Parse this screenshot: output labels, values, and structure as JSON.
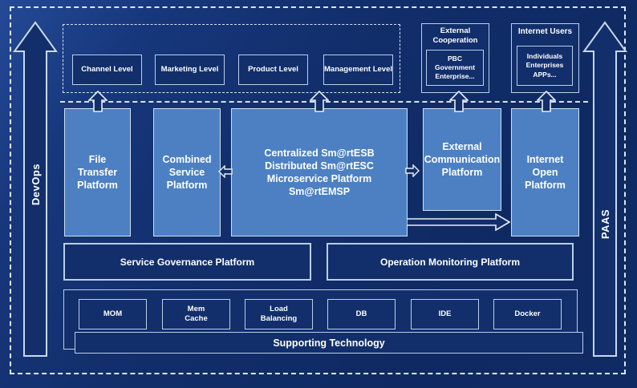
{
  "colors": {
    "background": "#102b64",
    "box_navy": "#122f6b",
    "box_blue": "#4c80c2",
    "border_light": "#cfe0f2",
    "dash_light": "#dce6f4",
    "text": "#ffffff"
  },
  "rails": {
    "left_label": "DevOps",
    "right_label": "PAAS"
  },
  "business_levels": {
    "items": [
      {
        "label": "Channel Level"
      },
      {
        "label": "Marketing Level"
      },
      {
        "label": "Product Level"
      },
      {
        "label": "Management Level"
      }
    ]
  },
  "external_cooperation": {
    "title": "External\nCooperation",
    "body": "PBC Government\nEnterprise..."
  },
  "internet_users": {
    "title": "Internet Users",
    "body": "Individuals\nEnterprises\nAPPs..."
  },
  "platforms": {
    "file_transfer": "File\nTransfer\nPlatform",
    "combined_service": "Combined\nService\nPlatform",
    "central": "Centralized Sm@rtESB\nDistributed Sm@rtESC\nMicroservice Platform Sm@rtEMSP",
    "external_communication": "External\nCommunication\nPlatform",
    "internet_open": "Internet\nOpen\nPlatform"
  },
  "governance": {
    "service": "Service Governance Platform",
    "operation": "Operation Monitoring Platform"
  },
  "supporting": {
    "title": "Supporting Technology",
    "items": [
      {
        "label": "MOM"
      },
      {
        "label": "Mem\nCache"
      },
      {
        "label": "Load\nBalancing"
      },
      {
        "label": "DB"
      },
      {
        "label": "IDE"
      },
      {
        "label": "Docker"
      }
    ]
  }
}
